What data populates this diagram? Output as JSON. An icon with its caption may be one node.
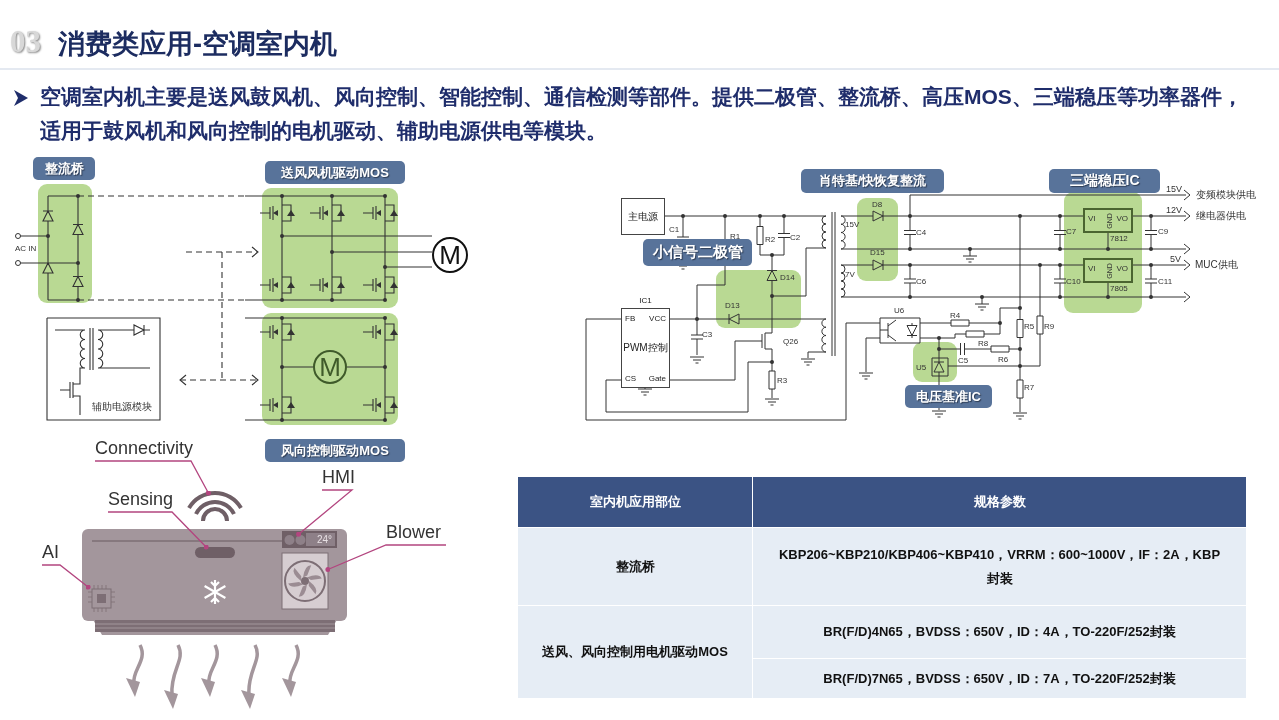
{
  "diagram": {
    "title": "消费类应用-空调室内机",
    "nodes": [
      {
        "text": [
          "整流桥"
        ]
      },
      {
        "text": [
          "送风风机驱动MOS"
        ]
      },
      {
        "text": [
          "M"
        ]
      },
      {
        "text": [
          "M"
        ]
      },
      {
        "text": [
          "风向控制驱动MOS"
        ]
      },
      {
        "text": [
          "主电源"
        ]
      },
      {
        "text": [
          "小信号二极管"
        ]
      },
      {
        "text": [
          "IC1",
          "FB",
          "VCC",
          "PWM控制",
          "CS",
          "Gate"
        ]
      },
      {
        "text": [
          "肖特基/快恢复整流"
        ]
      },
      {
        "text": [
          "三端稳压IC"
        ]
      },
      {
        "text": [
          "VI",
          "GND",
          "VO",
          "7812"
        ]
      },
      {
        "text": [
          "VI",
          "GND",
          "VO",
          "7805"
        ]
      },
      {
        "text": [
          "电压基准IC"
        ]
      },
      {
        "text": [
          "Connectivity"
        ]
      },
      {
        "text": [
          "Sensing"
        ]
      },
      {
        "text": [
          "HMI"
        ]
      },
      {
        "text": [
          "Blower"
        ]
      },
      {
        "text": [
          "AI"
        ]
      },
      {
        "text": [],
        "shape": "picture"
      },
      {
        "text": [],
        "shape": "picture"
      },
      {
        "text": [],
        "shape": "box"
      },
      {
        "text": [],
        "shape": "circle"
      },
      {
        "text": [],
        "shape": "picture"
      }
    ],
    "edges": [
      {
        "from": 13,
        "to": 19,
        "arrow": "other"
      },
      {
        "from": 14,
        "to": 20,
        "arrow": "other"
      },
      {
        "from": 15,
        "to": 21,
        "arrow": "other"
      },
      {
        "from": 16,
        "to": 22,
        "arrow": "other"
      },
      {
        "from": 17,
        "to": 18,
        "arrow": "other"
      }
    ],
    "labels": [
      "03",
      "空调室内机主要是送风鼓风机、风向控制、智能控制、通信检测等部件。提供二极管、整流桥、高压MOS、三端稳压等功率器件，适用于鼓风机和风向控制的电机驱动、辅助电源供电等模块。",
      "AC IN",
      "辅助电源模块",
      "C1",
      "R1",
      "R2",
      "C2",
      "D8",
      "15V",
      "C4",
      "D15",
      "7V",
      "C6",
      "D14",
      "D13",
      "C3",
      "Q26",
      "R3",
      "U6",
      "R4",
      "R8",
      "R5",
      "R9",
      "C5",
      "R6",
      "U5",
      "R7",
      "C7",
      "C9",
      "C10",
      "C11",
      "15V",
      "变频模块供电",
      "12V",
      "继电器供电",
      "5V",
      "MUC供电",
      "24°",
      "室内机应用部位",
      "规格参数",
      "整流桥",
      "KBP206~KBP210/KBP406~KBP410，VRRM：600~1000V，IF：2A，KBP封装",
      "送风、风向控制用电机驱动MOS",
      "BR(F/D)4N65，BVDSS：650V，ID：4A，TO-220F/252封装",
      "BR(F/D)7N65，BVDSS：650V，ID：7A，TO-220F/252封装"
    ]
  }
}
